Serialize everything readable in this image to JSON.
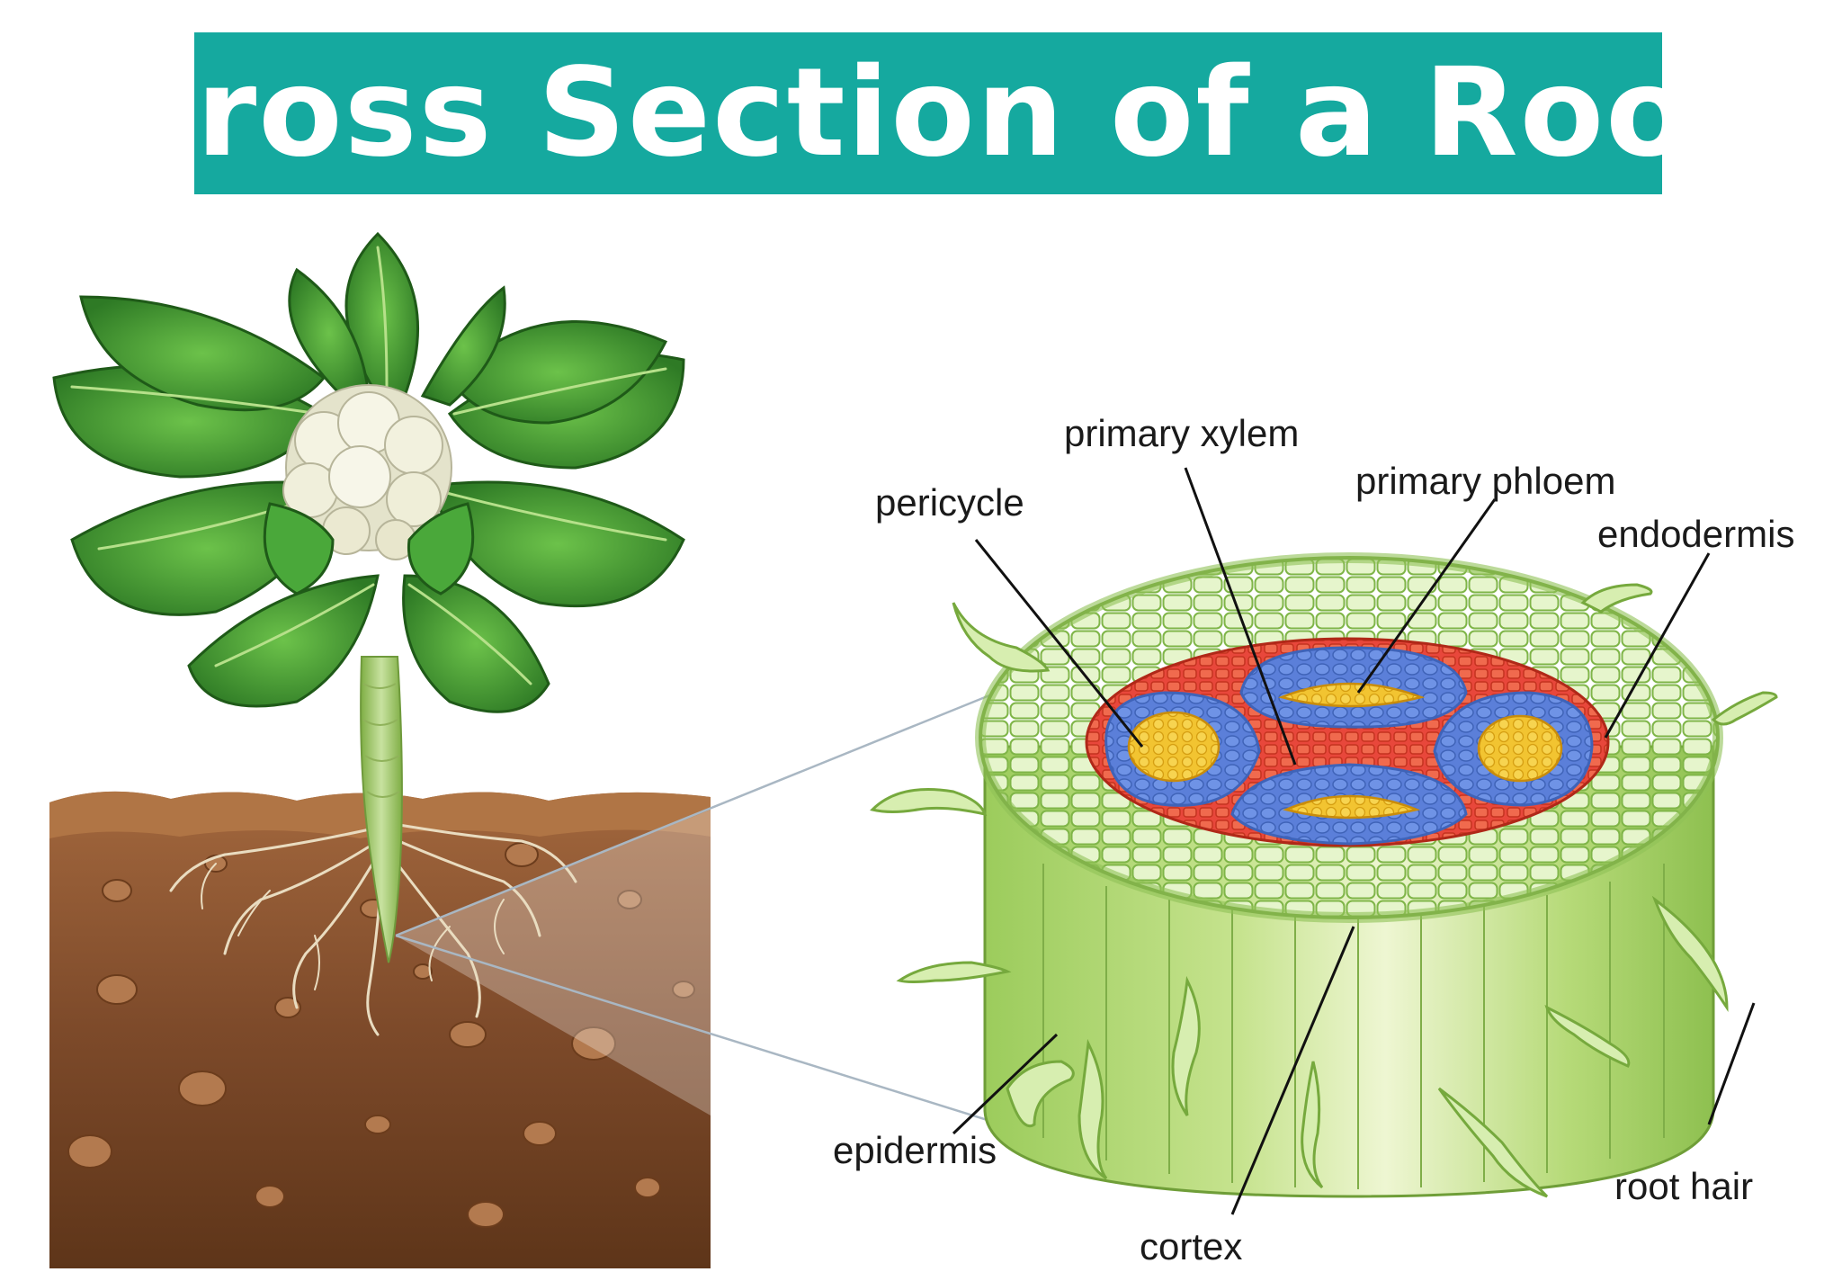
{
  "title": "Cross Section of a Root",
  "colors": {
    "banner": "#15a99f",
    "cortex": "#d9efb8",
    "pericycle": "#e8473b",
    "vascular_blue": "#5b7fd9",
    "xylem_yellow": "#f2c431",
    "soil": "#8a5330",
    "leaf": "#3f9a32"
  },
  "labels": {
    "primary_xylem": "primary xylem",
    "pericycle": "pericycle",
    "primary_phloem": "primary phloem",
    "endodermis": "endodermis",
    "epidermis": "epidermis",
    "cortex": "cortex",
    "root_hair": "root hair"
  }
}
